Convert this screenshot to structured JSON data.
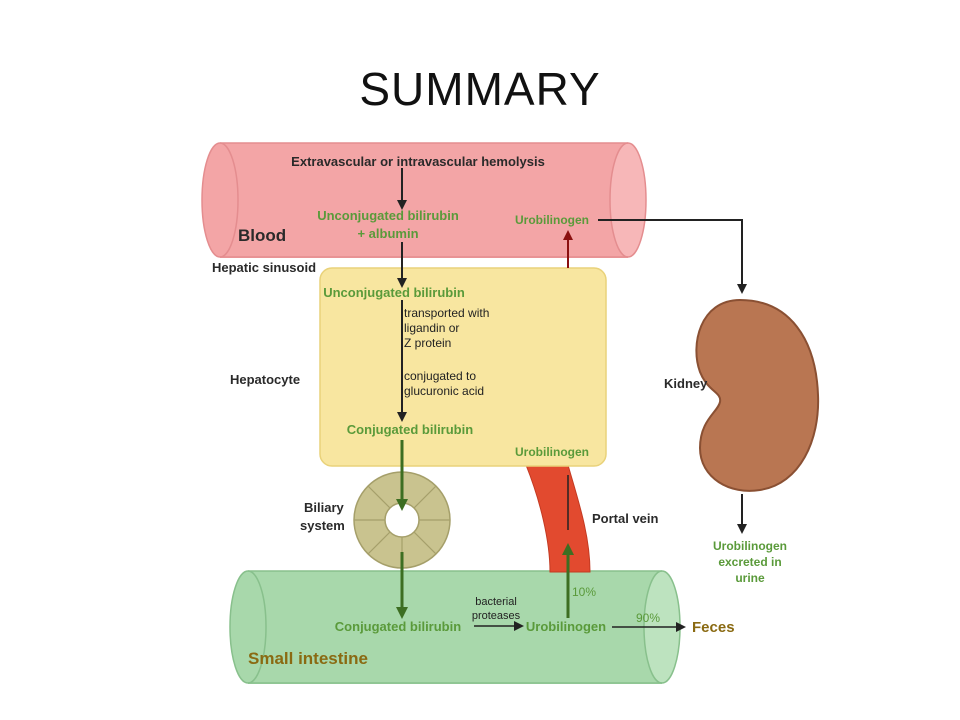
{
  "title": "SUMMARY",
  "blood": {
    "hemolysis": "Extravascular or intravascular hemolysis",
    "unconj_line1": "Unconjugated bilirubin",
    "unconj_line2": "+ albumin",
    "urobilinogen": "Urobilinogen",
    "label": "Blood"
  },
  "hepatic_sinusoid": "Hepatic sinusoid",
  "hepatocyte": {
    "label": "Hepatocyte",
    "unconj": "Unconjugated bilirubin",
    "transport_lines": [
      "transported with",
      "ligandin or",
      "Z protein"
    ],
    "conj_lines": [
      "conjugated to",
      "glucuronic acid"
    ],
    "conjugated": "Conjugated bilirubin",
    "urobilinogen": "Urobilinogen"
  },
  "biliary": [
    "Biliary",
    "system"
  ],
  "portal_vein": "Portal vein",
  "kidney": {
    "label": "Kidney",
    "excreted_lines": [
      "Urobilinogen",
      "excreted in",
      "urine"
    ]
  },
  "intestine": {
    "label": "Small intestine",
    "conjugated": "Conjugated bilirubin",
    "bacterial_lines": [
      "bacterial",
      "proteases"
    ],
    "urobilinogen": "Urobilinogen",
    "pct_portal": "10%",
    "pct_feces": "90%",
    "feces": "Feces"
  },
  "colors": {
    "blood": "#f2a7a7",
    "hepatocyte": "#f8e6a0",
    "intestine": "#a9d8ac",
    "kidney": "#b97652",
    "portal": "#e0492d",
    "green_text": "#6aa84f",
    "dark_green": "#2e6b1f",
    "olive": "#8a6a12"
  }
}
